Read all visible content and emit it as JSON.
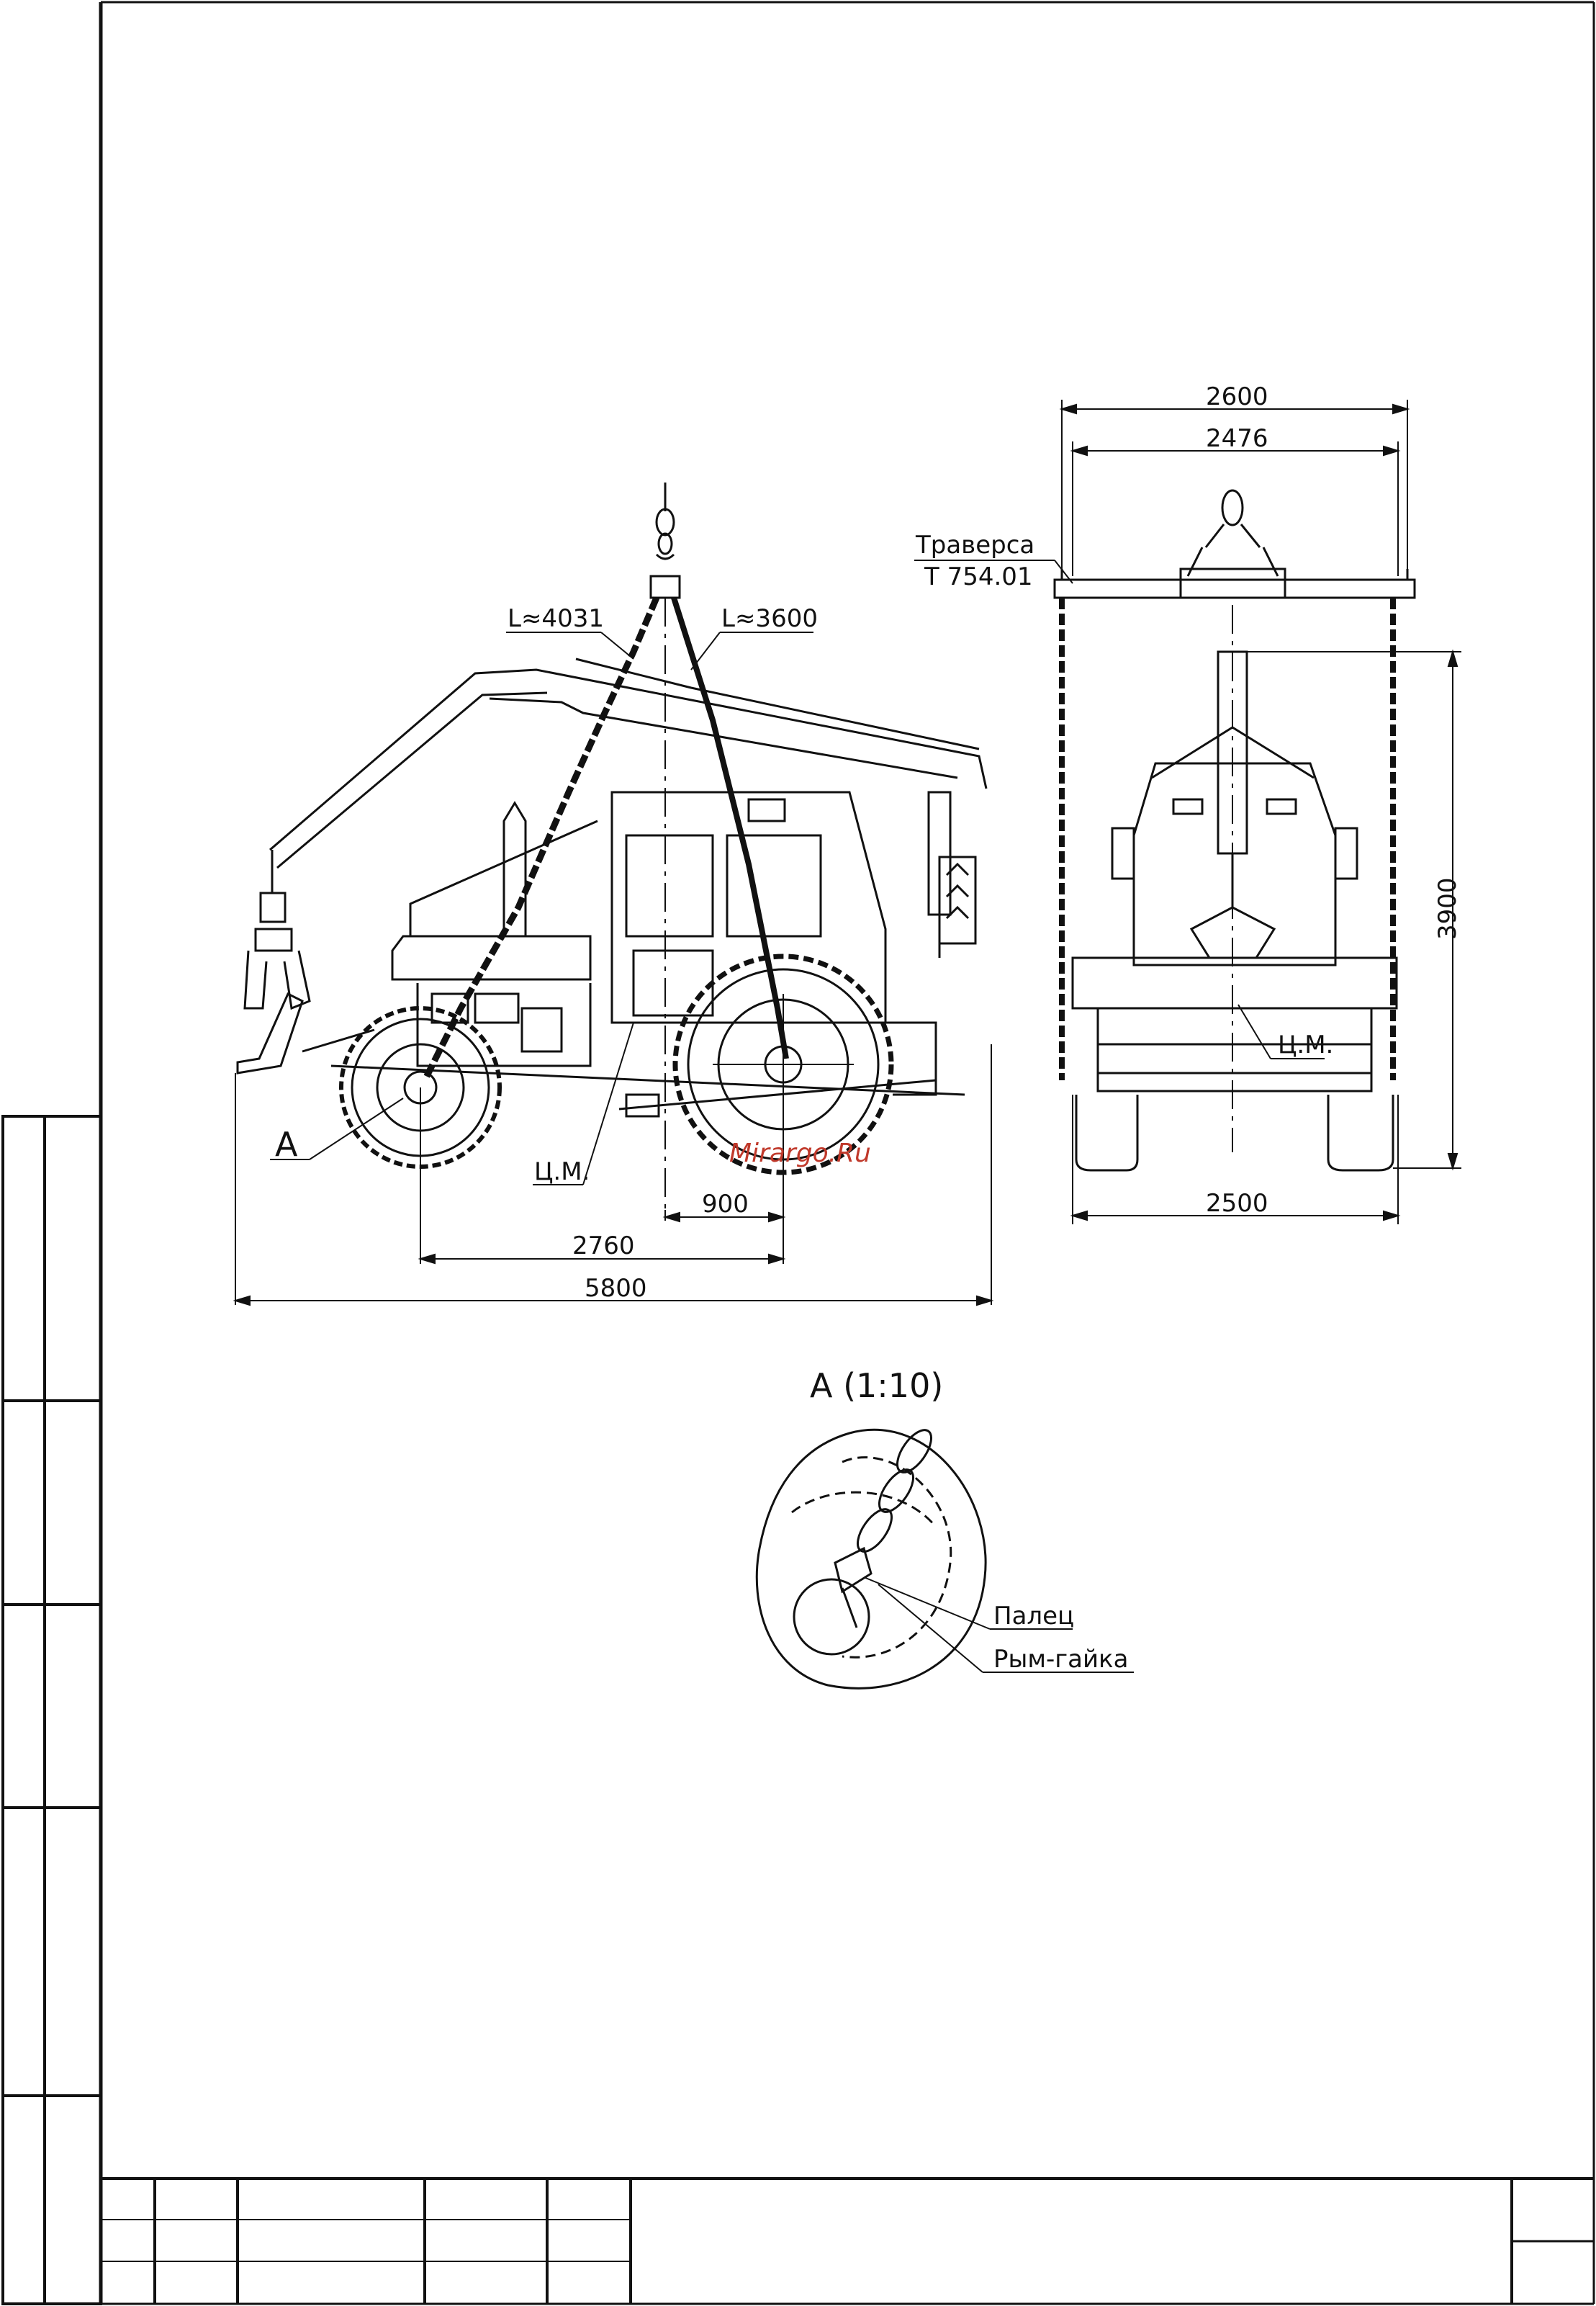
{
  "side_view": {
    "sling_front_length": "L≈4031",
    "sling_rear_length": "L≈3600",
    "view_marker": "А",
    "cg_label": "Ц.М.",
    "dim_cg_offset": "900",
    "dim_wheelbase": "2760",
    "dim_overall_length": "5800"
  },
  "front_view": {
    "traverse_label": "Траверса",
    "traverse_code": "Т 754.01",
    "dim_overall_width": "2600",
    "dim_traverse_width": "2476",
    "dim_height": "3900",
    "dim_track_width": "2500",
    "cg_label": "Ц.М."
  },
  "detail_a": {
    "title": "А (1:10)",
    "pin_label": "Палец",
    "eyenut_label": "Рым-гайка"
  },
  "watermark": "Mirargo.Ru"
}
